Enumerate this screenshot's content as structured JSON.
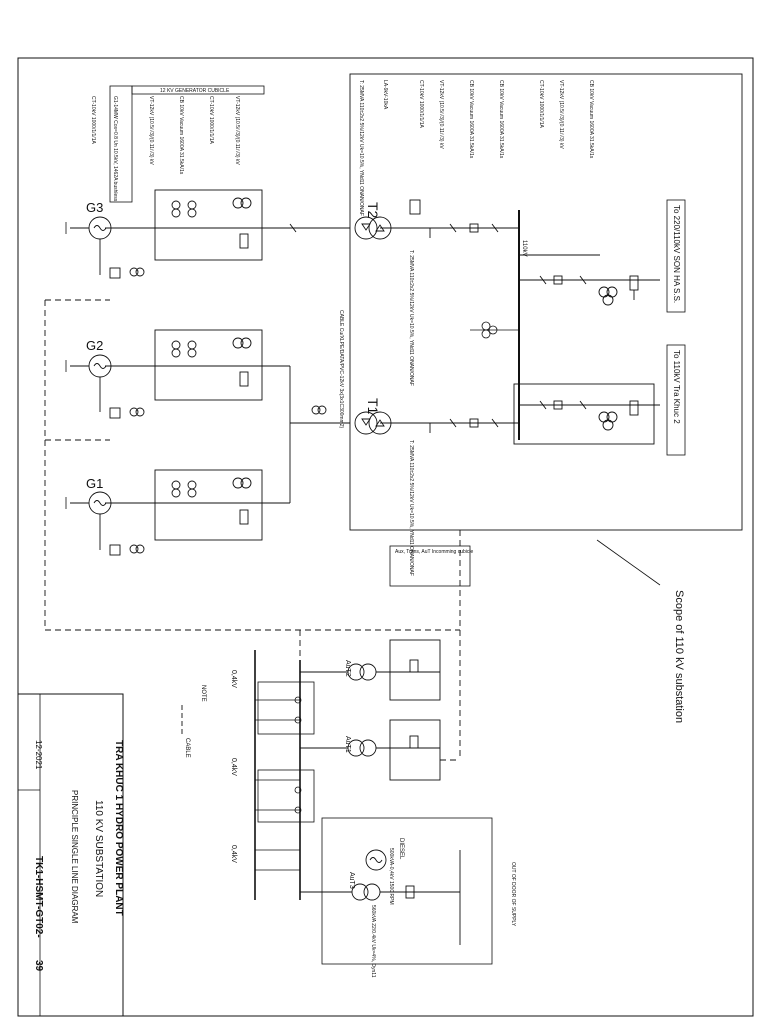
{
  "title_block": {
    "plant": "TRA KHUC 1 HYDRO POWER PLANT",
    "substation": "110 KV SUBSTATION",
    "diagram": "PRINCIPLE SINGLE LINE DIAGRAM",
    "date": "12-2021",
    "drawing_no": "TK1-HSMT-GT02-",
    "sheet": "39"
  },
  "scope_label": "Scope of 110 kV substation",
  "legend": {
    "note": "NOTE",
    "cable": "CABLE"
  },
  "feeders": {
    "to_220": "To 220/110kV SON HA S.S.",
    "to_110": "To 110kV Tra Khuc 2"
  },
  "bus_110": "110kV",
  "lv_bus": [
    "0,4kV",
    "0,4kV",
    "0,4kV"
  ],
  "gen_cubicle_title": "12 KV GENERATOR CUBICLE",
  "generators": [
    "G3",
    "G2",
    "G1"
  ],
  "transformers": [
    "T2",
    "T1"
  ],
  "aux": {
    "t1": "AuT1",
    "t2": "AuT2",
    "t3": "AuT3",
    "diesel": "DIESEL",
    "out_supply": "OUT OF DOOR OF SUPPLY",
    "incoming": "Aux, Trans, AuT Incomming cubicle"
  },
  "ratings": {
    "t_spec": "T: 25MVA 110±2x2.5%/12kV Uk=10.5%, YNd11 ONAN/ONAF",
    "cable_spec": "CABLE Cu/XLPE/DATA/PVC-12kV 3x(3x1C300mm2)",
    "gen_spec": "G1-14MW Cos=0.8 Un 10.5kV, 1462A bushless",
    "ct_spec": "CT-10kV 1000/1/1/1A",
    "vt_spec": "VT-12kV (10.5/√3)/(0.11/√3) kV",
    "cb_spec": "CB 10kV Vacuum 1600A 31.5kA/1s",
    "lvbus_spec": "LA-9kV-10kA",
    "diesel_spec": "500kVA-0,4kV 1500 RPM",
    "aut_spec": "560kVA 22/0.4kV Uk=4%, Dyn11"
  }
}
